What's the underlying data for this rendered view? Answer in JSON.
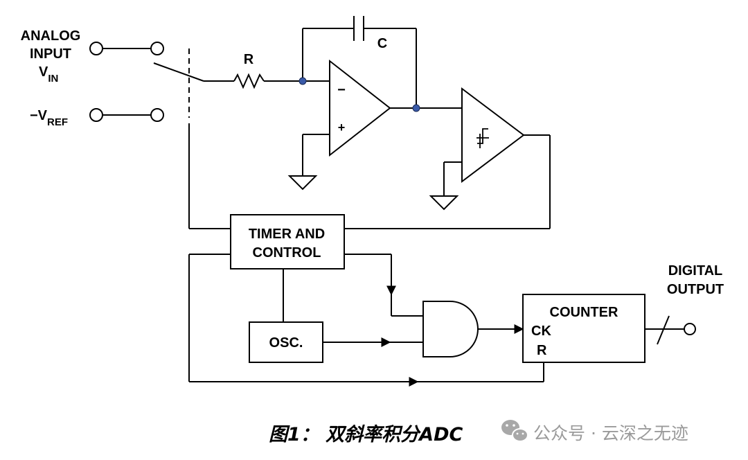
{
  "diagram": {
    "labels": {
      "analog_line1": "ANALOG",
      "analog_line2": "INPUT",
      "vin_main": "V",
      "vin_sub": "IN",
      "vref_main": "−V",
      "vref_sub": "REF",
      "resistor": "R",
      "capacitor": "C",
      "integrator_minus": "−",
      "integrator_plus": "+",
      "timer_line1": "TIMER AND",
      "timer_line2": "CONTROL",
      "osc": "OSC.",
      "counter": "COUNTER",
      "counter_ck": "CK",
      "counter_r": "R",
      "digital_line1": "DIGITAL",
      "digital_line2": "OUTPUT"
    },
    "colors": {
      "line": "#000000",
      "junction_dot": "#3a5aa8",
      "watermark": "#9a9a9a"
    }
  },
  "caption": {
    "text": "图1： 双斜率积分ADC"
  },
  "watermark": {
    "icon": "wechat-icon",
    "text": "公众号 · 云深之无迹"
  }
}
